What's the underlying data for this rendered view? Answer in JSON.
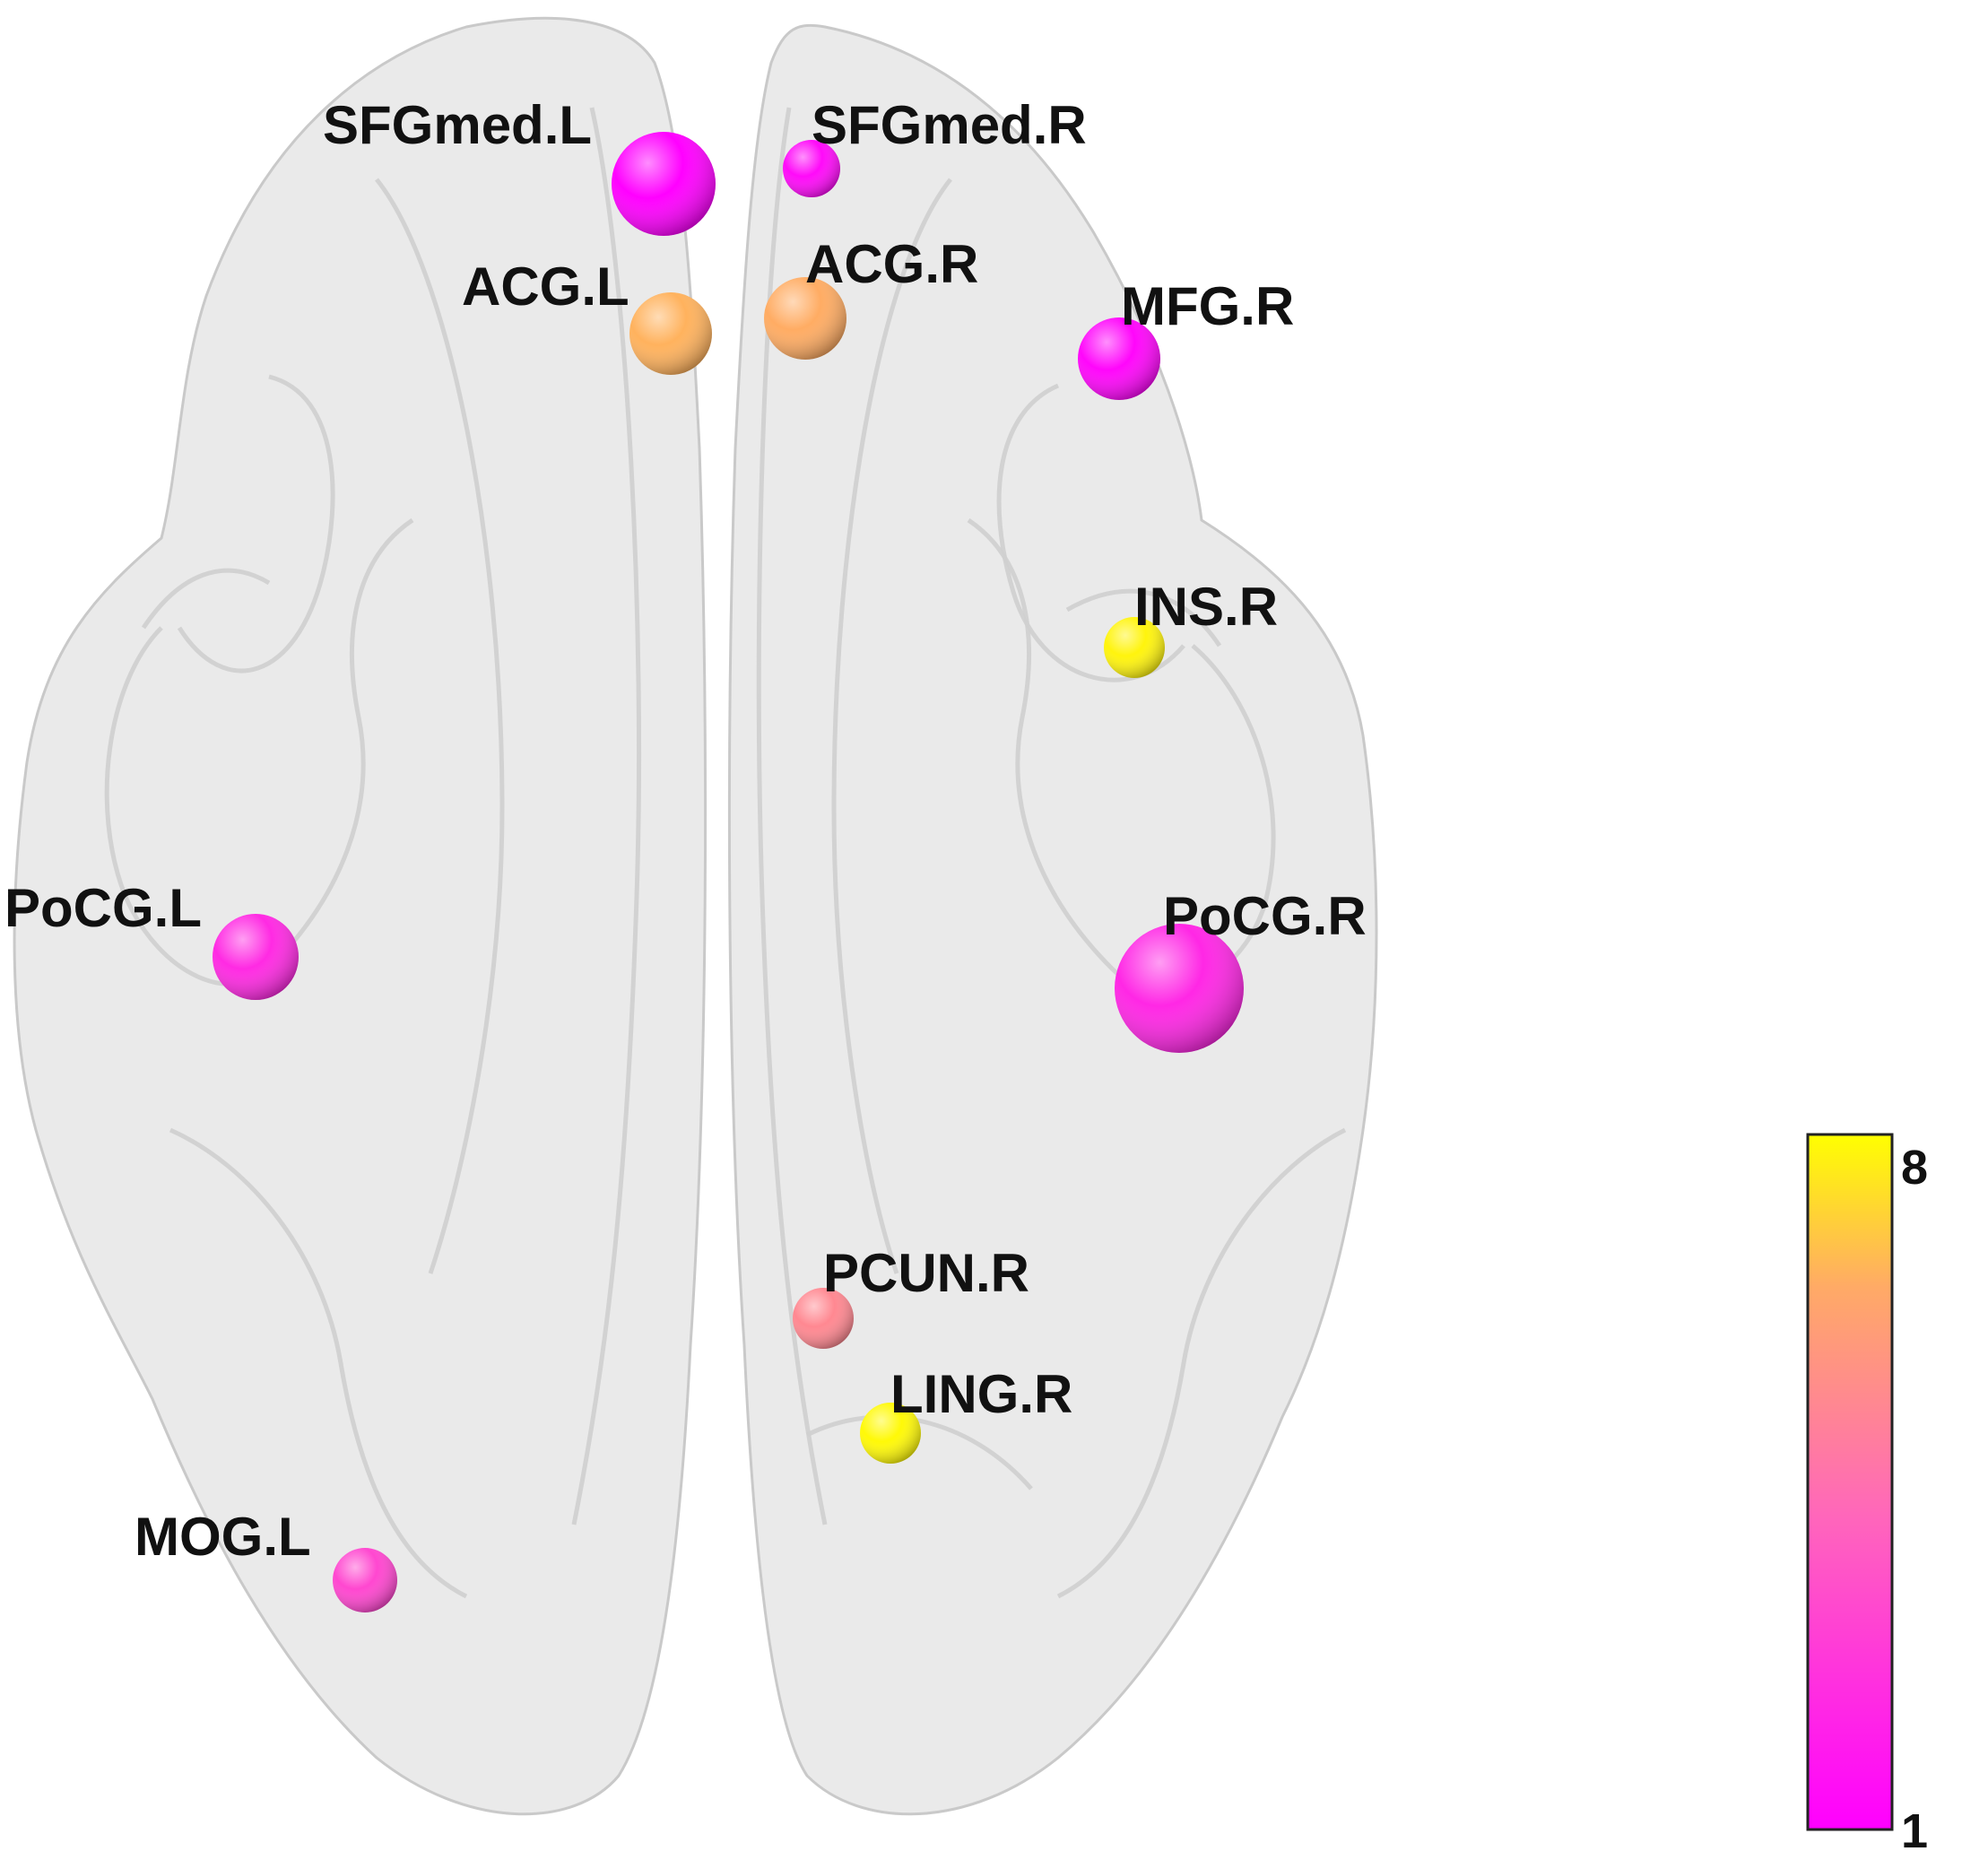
{
  "nodes": [
    {
      "label": "SFGmed.L",
      "value": 1.0
    },
    {
      "label": "SFGmed.R",
      "value": 1.3
    },
    {
      "label": "ACG.L",
      "value": 6.6
    },
    {
      "label": "ACG.R",
      "value": 6.5
    },
    {
      "label": "MFG.R",
      "value": 1.2
    },
    {
      "label": "INS.R",
      "value": 7.8
    },
    {
      "label": "PoCG.L",
      "value": 2.3
    },
    {
      "label": "PoCG.R",
      "value": 2.2
    },
    {
      "label": "PCUN.R",
      "value": 5.3
    },
    {
      "label": "LING.R",
      "value": 7.9
    },
    {
      "label": "MOG.L",
      "value": 3.2
    }
  ],
  "colorbar": {
    "max_label": "8",
    "min_label": "1",
    "colors": {
      "low": "#ff00ff",
      "mid_low": "#ff66bb",
      "mid_high": "#ffaa66",
      "high": "#ffff00"
    }
  },
  "brain_fill": "#e6e6e6"
}
